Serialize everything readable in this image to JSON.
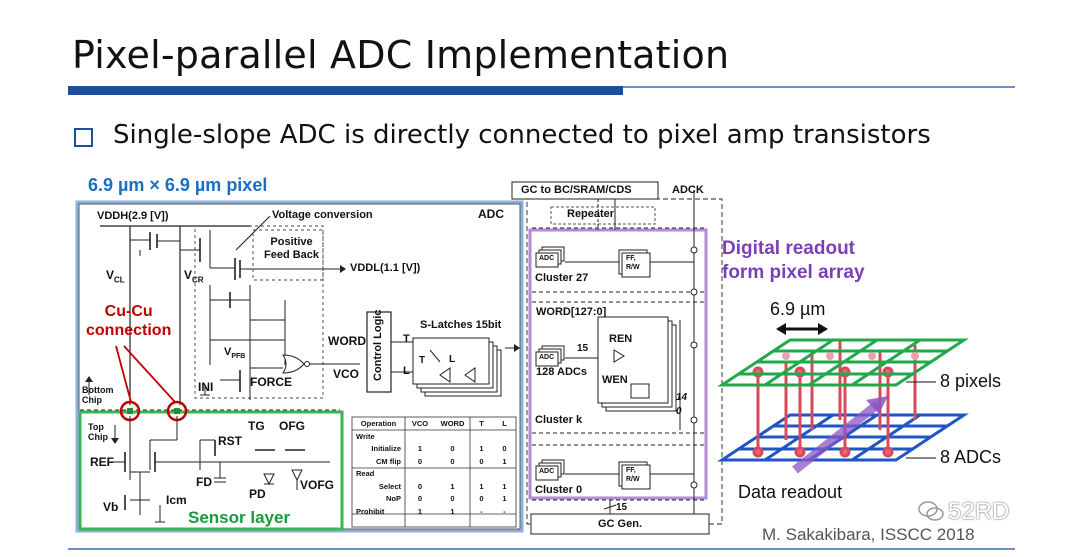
{
  "slide": {
    "title": "Pixel-parallel ADC Implementation",
    "bullet": "Single-slope ADC is directly connected to pixel amp transistors",
    "credit": "M. Sakakibara, ISSCC 2018",
    "watermark": "52RD"
  },
  "pixel_panel": {
    "heading": "6.9 µm × 6.9 µm pixel",
    "adc_label": "ADC",
    "vddh": "VDDH(2.9 [V])",
    "voltage_conversion": "Voltage conversion",
    "positive_feedback_1": "Positive",
    "positive_feedback_2": "Feed Back",
    "vddl": "VDDL(1.1 [V])",
    "vcl": "V",
    "vcl_sub": "CL",
    "vcr": "V",
    "vcr_sub": "CR",
    "vpfb": "V",
    "vpfb_sub": "PFB",
    "cucu_1": "Cu-Cu",
    "cucu_2": "connection",
    "ini": "INI",
    "force": "FORCE",
    "word": "WORD",
    "vco": "VCO",
    "control_logic": "Control Logic",
    "s_latches": "S-Latches 15bit",
    "t": "T",
    "l": "L",
    "t2": "T",
    "l2": "L",
    "bottom_chip_1": "Bottom",
    "bottom_chip_2": "Chip",
    "top_chip_1": "Top",
    "top_chip_2": "Chip",
    "rst": "RST",
    "tg": "TG",
    "ofg": "OFG",
    "ref": "REF",
    "fd": "FD",
    "pd": "PD",
    "vofg": "VOFG",
    "vb": "Vb",
    "icm": "Icm",
    "sensor_layer": "Sensor layer"
  },
  "op_table": {
    "headers": [
      "Operation",
      "VCO",
      "WORD",
      "T",
      "L"
    ],
    "rows": [
      {
        "op": "Write",
        "vco": "",
        "word": "",
        "t": "",
        "l": "",
        "group": true
      },
      {
        "op": "Initialize",
        "vco": "1",
        "word": "0",
        "t": "1",
        "l": "0",
        "group": false
      },
      {
        "op": "CM flip",
        "vco": "0",
        "word": "0",
        "t": "0",
        "l": "1",
        "group": false
      },
      {
        "op": "Read",
        "vco": "",
        "word": "",
        "t": "",
        "l": "",
        "group": true
      },
      {
        "op": "Select",
        "vco": "0",
        "word": "1",
        "t": "1",
        "l": "1",
        "group": false
      },
      {
        "op": "NoP",
        "vco": "0",
        "word": "0",
        "t": "0",
        "l": "1",
        "group": false
      },
      {
        "op": "Prohibit",
        "vco": "1",
        "word": "1",
        "t": "-",
        "l": "-",
        "group": true
      }
    ]
  },
  "cluster_panel": {
    "gc_top": "GC to BC/SRAM/CDS",
    "adck": "ADCK",
    "repeater": "Repeater",
    "cluster_27": "Cluster 27",
    "word_bus": "WORD[127:0]",
    "adc_chip": "ADC",
    "bus_15": "15",
    "adcs_128": "128 ADCs",
    "ren": "REN",
    "wen": "WEN",
    "bits_14": "14",
    "bits_0": "0",
    "cluster_k": "Cluster k",
    "cluster_0": "Cluster 0",
    "ff": "FF,",
    "rw": "R/W",
    "bus_15_bottom": "15",
    "gc_gen": "GC Gen."
  },
  "array_panel": {
    "digital_readout_1": "Digital readout",
    "digital_readout_2": "form pixel array",
    "pitch": "6.9 µm",
    "pixels": "8 pixels",
    "adcs": "8 ADCs",
    "data_readout": "Data readout"
  },
  "colors": {
    "title_rule": "#1d4f9d",
    "heading_blue": "#1b6fc2",
    "cucu_red": "#c00000",
    "sensor_green": "#169c3a",
    "purple": "#7b3fb8",
    "pixel_green": "#22a84a",
    "adc_blue": "#1f56c4",
    "wire_red": "#d84a5a"
  }
}
